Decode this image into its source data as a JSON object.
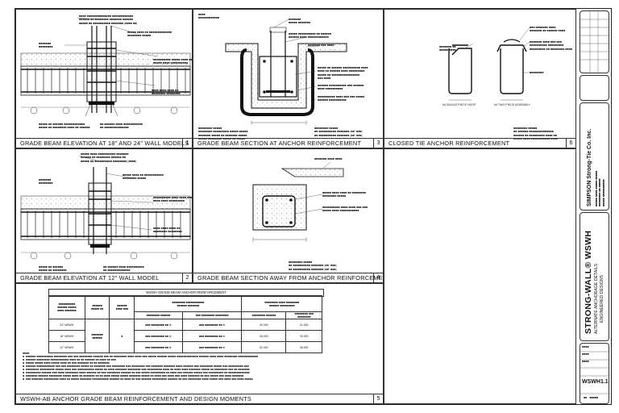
{
  "panels": {
    "p1": {
      "title": "GRADE BEAM ELEVATION AT 18\" AND 24\" WALL MODELS",
      "num": "1"
    },
    "p2": {
      "title": "GRADE BEAM ELEVATION AT 12\" WALL MODEL",
      "num": "2"
    },
    "p3": {
      "title": "GRADE BEAM SECTION AT ANCHOR REINFORCEMENT",
      "num": "3"
    },
    "p4": {
      "title": "GRADE BEAM SECTION AWAY FROM ANCHOR REINFORCEMENT",
      "num": "4"
    },
    "p5": {
      "title": "WSWH-AB ANCHOR GRADE BEAM REINFORCEMENT AND DESIGN MOMENTS",
      "num": "5"
    },
    "p6": {
      "title": "CLOSED TIE ANCHOR REINFORCEMENT",
      "num": "6"
    }
  },
  "labels": {
    "single_piece": "#4 SINGLE PIECE HOOP",
    "two_piece": "#4 TWO PIECE ASSEMBLY"
  },
  "table": {
    "title": "WSWH GRADE BEAM ANCHOR REINFORCEMENT",
    "rows": [
      {
        "model": "24\" WSWH",
        "v1": "30,000",
        "v2": "21,000"
      },
      {
        "model": "18\" WSWH",
        "v1": "46,000",
        "v2": "32,000"
      },
      {
        "model": "12\" WSWH",
        "v1": "51,000",
        "v2": "36,000"
      }
    ]
  },
  "title_block": {
    "company": "SIMPSON Strong-Tie Co. Inc.",
    "product": "STRONG-WALL® WSWH",
    "subtitle1": "ALTERNATE ANCHORAGE DETAILS",
    "subtitle2": "ENGINEERED DESIGNS",
    "sheet": "WSWH1.1"
  }
}
